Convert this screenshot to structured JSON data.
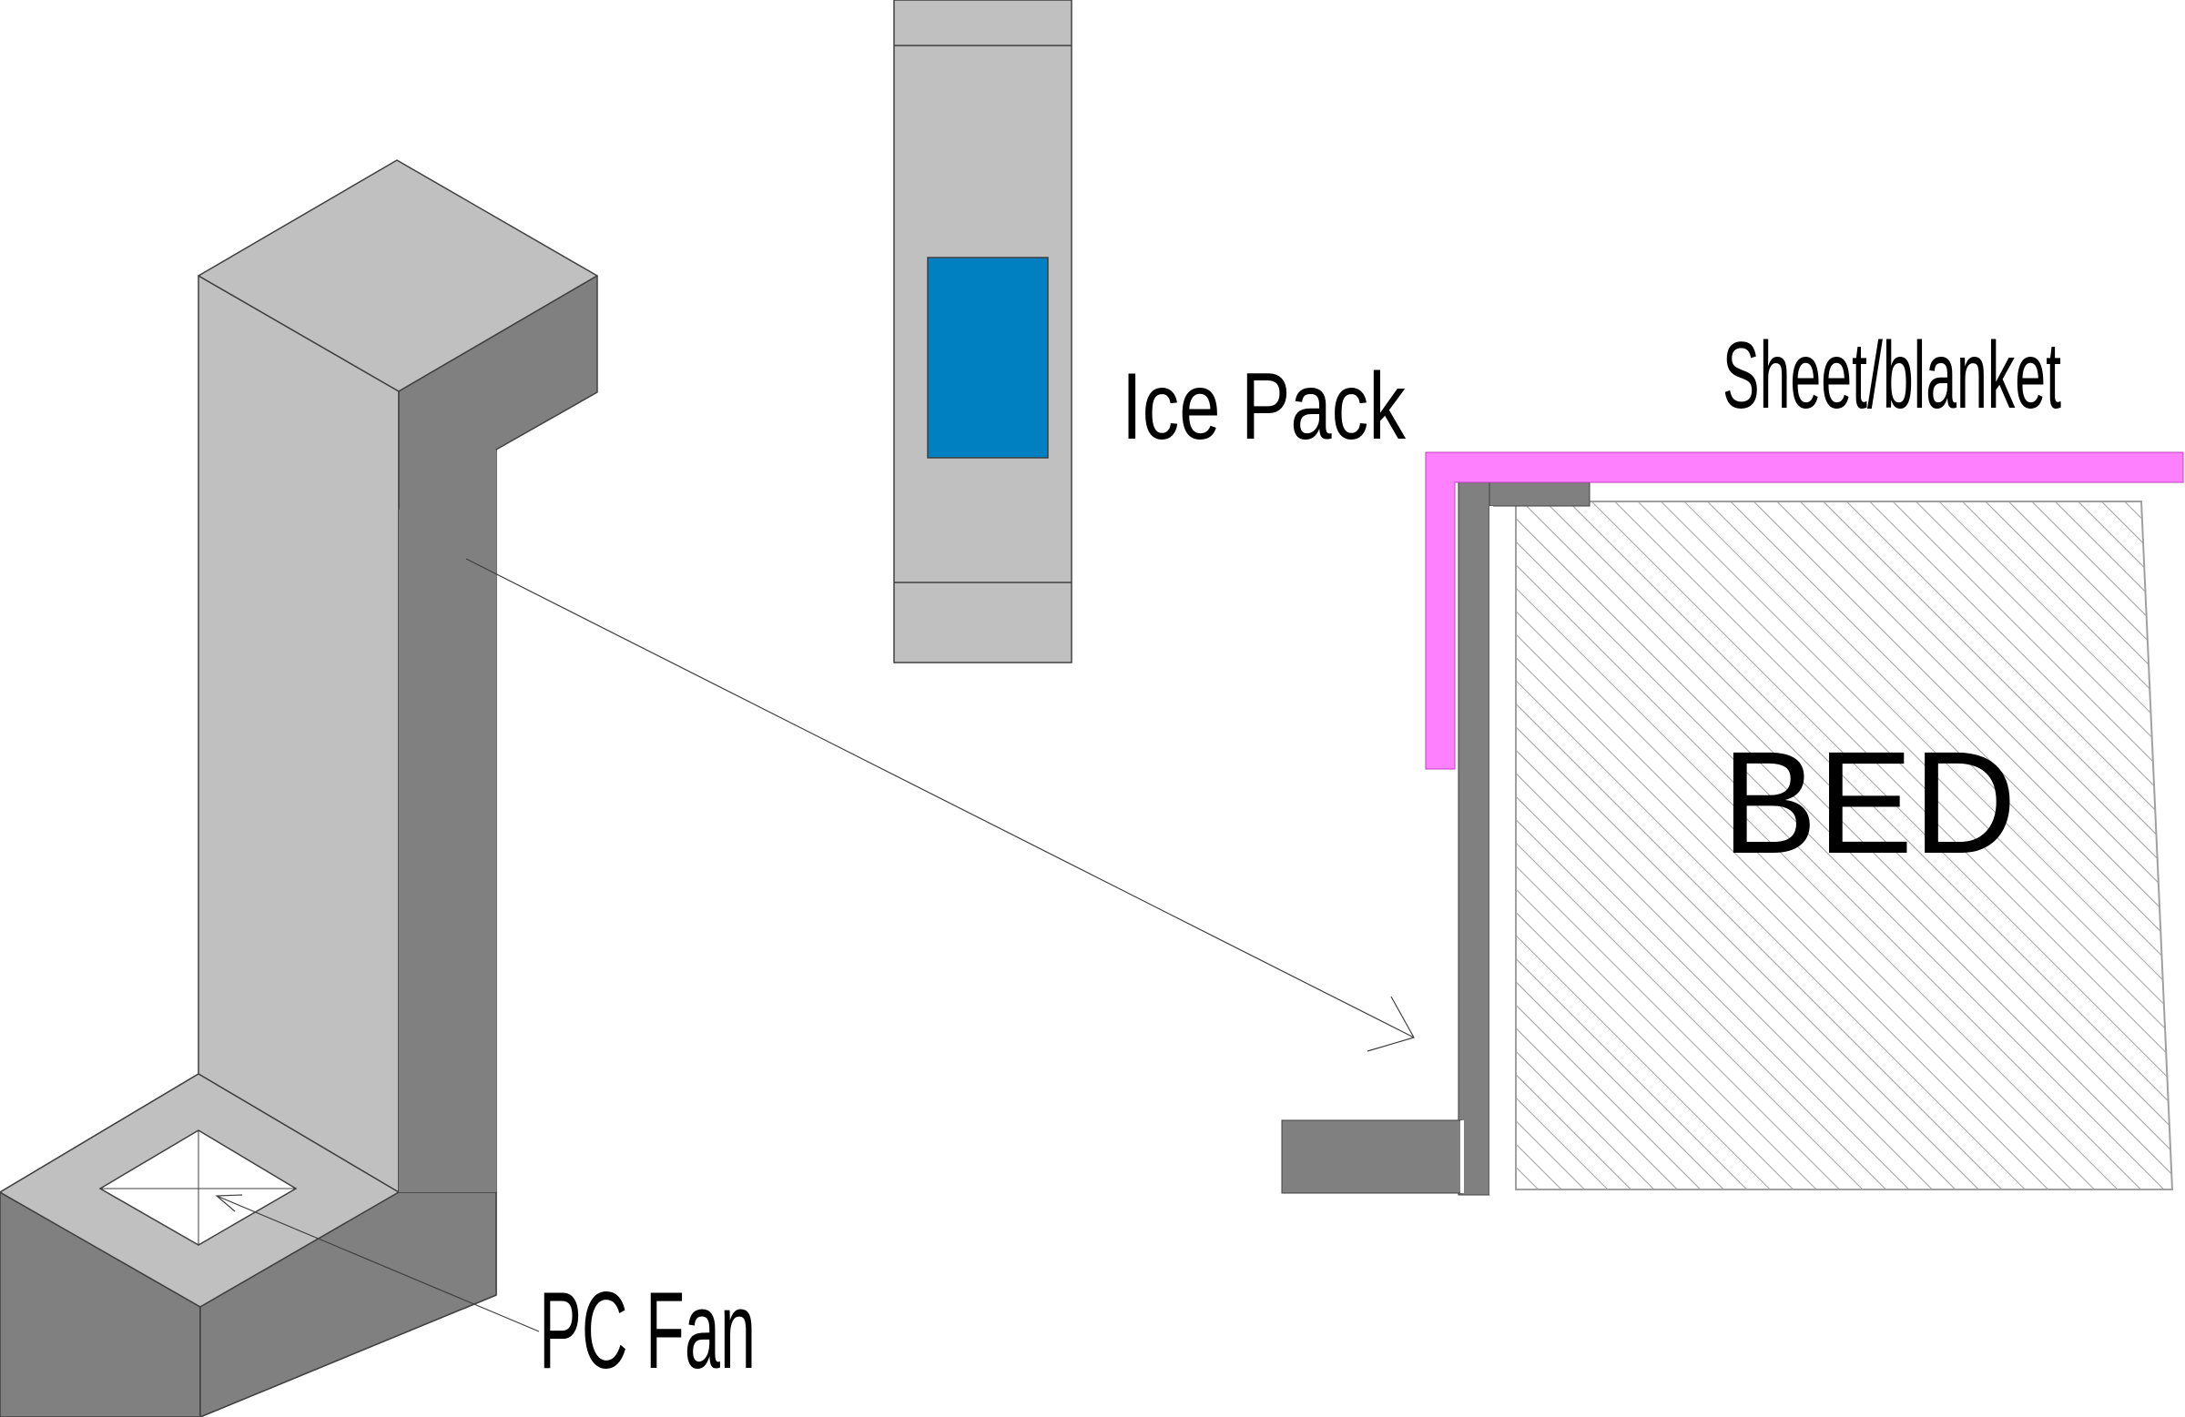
{
  "labels": {
    "ice_pack": "Ice Pack",
    "sheet_blanket": "Sheet/blanket",
    "bed": "BED",
    "pc_fan": "PC Fan"
  },
  "colors": {
    "light_grey": "#c0c0c0",
    "dark_grey": "#808080",
    "ice_blue": "#0080c0",
    "sheet_pink": "#ff80ff",
    "outline": "#404040",
    "hatch": "#a0a0a0"
  }
}
